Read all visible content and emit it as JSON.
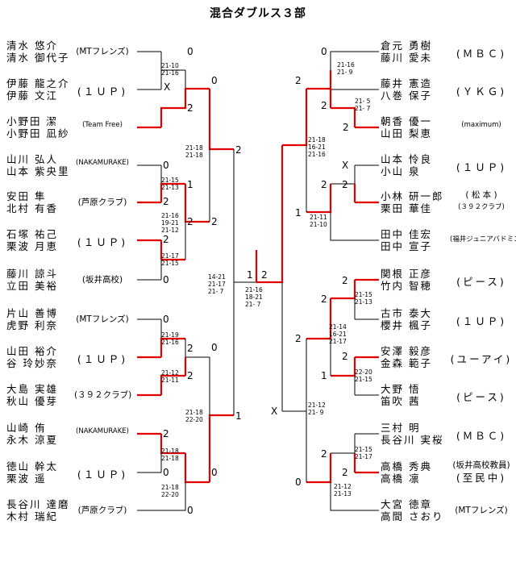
{
  "title": "混合ダブルス３部",
  "left_teams": [
    {
      "p1": "清水 悠介",
      "p2": "清水 御代子",
      "club": "(MTフレンズ)"
    },
    {
      "p1": "伊藤 龍之介",
      "p2": "伊藤 文江",
      "club": "(１ＵＰ)"
    },
    {
      "p1": "小野田 潔",
      "p2": "小野田 凪紗",
      "club": "(Team Free)"
    },
    {
      "p1": "山川 弘人",
      "p2": "山本 紫央里",
      "club": "(NAKAMURAKE)"
    },
    {
      "p1": "安田 隼",
      "p2": "北村 有香",
      "club": "(芦原クラブ)"
    },
    {
      "p1": "石塚 祐己",
      "p2": "栗波 月恵",
      "club": "(１ＵＰ)"
    },
    {
      "p1": "藤川 諒斗",
      "p2": "立田 美裕",
      "club": "(坂井高校)"
    },
    {
      "p1": "片山 善博",
      "p2": "虎野 利奈",
      "club": "(MTフレンズ)"
    },
    {
      "p1": "山田 裕介",
      "p2": "谷 玲妙奈",
      "club": "(１ＵＰ)"
    },
    {
      "p1": "大島 実雄",
      "p2": "秋山 優芽",
      "club": "(３９２クラブ)"
    },
    {
      "p1": "山崎 侑",
      "p2": "永木 涼夏",
      "club": "(NAKAMURAKE)"
    },
    {
      "p1": "徳山 幹太",
      "p2": "栗波 遥",
      "club": "(１ＵＰ)"
    },
    {
      "p1": "長谷川 達磨",
      "p2": "木村 瑞紀",
      "club": "(芦原クラブ)"
    }
  ],
  "right_teams": [
    {
      "p1": "倉元 勇樹",
      "p2": "藤川 愛未",
      "club": "(ＭＢＣ)"
    },
    {
      "p1": "藤井 憲造",
      "p2": "八巻 保子",
      "club": "(ＹＫＧ)"
    },
    {
      "p1": "朝香 優一",
      "p2": "山田 梨恵",
      "club": "(maximum)"
    },
    {
      "p1": "山本 怜良",
      "p2": "小山 泉",
      "club": "(１ＵＰ)"
    },
    {
      "p1": "小林 研一郎",
      "p2": "栗田 華佳",
      "club": "( 松 本 )",
      "club2": "(３９２クラブ)"
    },
    {
      "p1": "田中 佳宏",
      "p2": "田中 宣子",
      "club": "(福井ジュニアバドミントン)"
    },
    {
      "p1": "関根 正彦",
      "p2": "竹内 智穂",
      "club": "(ピース)"
    },
    {
      "p1": "古市 泰大",
      "p2": "櫻井 楓子",
      "club": "(１ＵＰ)"
    },
    {
      "p1": "安澤 毅彦",
      "p2": "金森 範子",
      "club": "(ユーアイ)"
    },
    {
      "p1": "大野 悟",
      "p2": "笛吹 茜",
      "club": "(ピース)"
    },
    {
      "p1": "三村 明",
      "p2": "長谷川 実桜",
      "club": "(ＭＢＣ)"
    },
    {
      "p1": "高橋 秀典",
      "p2": "高橋 凛",
      "club": "(坂井高校教員)",
      "club2": "(至民中)"
    },
    {
      "p1": "大宮 徳章",
      "p2": "高間 さおり",
      "club": "(MTフレンズ)"
    }
  ],
  "colors": {
    "win": "#e00000",
    "line": "#000000"
  },
  "scores": {
    "l_m1": {
      "a": "0",
      "b": "X",
      "games": "21-10\n21-16"
    },
    "l_m2": {
      "a": "0",
      "b": "2"
    },
    "l_m3": {
      "a": "0",
      "b": "2",
      "games": "21-15\n21-13"
    },
    "l_m4": {
      "a": "1",
      "b": "2",
      "games": "21-16\n19-21\n21-12"
    },
    "l_m5": {
      "a": "2",
      "b": "0",
      "games": "21-17\n21-15"
    },
    "l_m6": {
      "a": "2",
      "b": "2",
      "games": "21-18\n21-18"
    },
    "l_m7": {
      "a": "0",
      "b": "2",
      "games": "21-19\n21-16"
    },
    "l_m8": {
      "a": "2",
      "b": "0",
      "games": "21-12\n21-11"
    },
    "l_m9": {
      "a": "2",
      "b": "0",
      "games": "21-18\n21-18"
    },
    "l_m10": {
      "a": "0",
      "b": "2",
      "games": "21-18\n22-20"
    },
    "l_m11": {
      "a": "2",
      "b": "1",
      "games": "14-21\n21-17\n21- 7"
    },
    "final": {
      "a": "1",
      "b": "2",
      "games": "21-16\n18-21\n21- 7"
    },
    "r_m1": {
      "a": "0",
      "b": "2",
      "games": "21-16\n21- 9"
    },
    "r_m2": {
      "a": "0",
      "b": "2",
      "games": "21- 5\n21- 7"
    },
    "r_m3": {
      "a": "2",
      "b": "0",
      "games": "21-18\n16-21\n21-16"
    },
    "r_m4": {
      "a": "X",
      "b": "2"
    },
    "r_m5": {
      "a": "2",
      "b": "0",
      "games": "21-11\n21-10"
    },
    "r_m6": {
      "a": "2",
      "b": "1"
    },
    "r_m7": {
      "a": "2",
      "b": "0",
      "games": "21-15\n21-13"
    },
    "r_m8": {
      "a": "2",
      "b": "1",
      "games": "21-14\n16-21\n21-17"
    },
    "r_m9": {
      "a": "2",
      "b": "1",
      "games": "22-20\n21-15"
    },
    "r_m10": {
      "a": "2",
      "b": "X",
      "games": "21-12\n21- 9"
    },
    "r_m11": {
      "a": "2",
      "b": "0",
      "games": "21-15\n21-17"
    },
    "r_m12": {
      "a": "0",
      "b": "2",
      "games": "21-12\n21-13"
    }
  }
}
